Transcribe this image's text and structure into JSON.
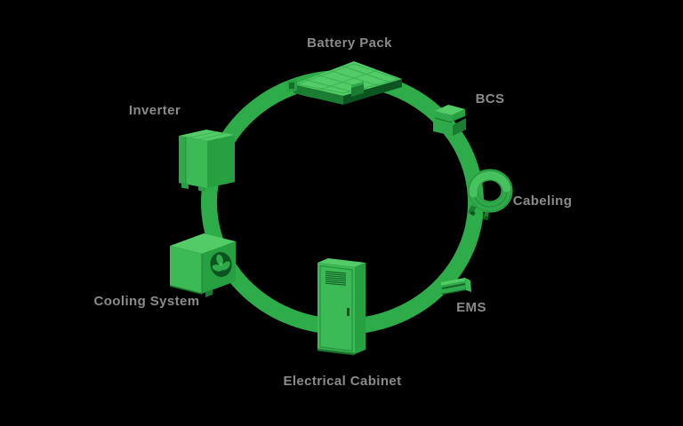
{
  "diagram": {
    "type": "cycle-diagram",
    "subject": "battery-energy-storage-system-components",
    "theme": {
      "background": "#000000",
      "ring_color": "#2dac49",
      "face_top": "#53cb67",
      "face_front": "#3cba55",
      "face_side": "#27a041",
      "face_dark": "#1a7d31",
      "face_darker": "#0c5420",
      "accent_mid": "#2fa94a",
      "highlight": "#49c561",
      "label_color": "#8a8a8a"
    },
    "nodes": [
      {
        "id": "battery-pack",
        "label": "Battery Pack",
        "position": "top"
      },
      {
        "id": "bcs",
        "label": "BCS",
        "position": "upper-right"
      },
      {
        "id": "cabeling",
        "label": "Cabeling",
        "position": "right"
      },
      {
        "id": "ems",
        "label": "EMS",
        "position": "lower-right"
      },
      {
        "id": "electrical-cabinet",
        "label": "Electrical Cabinet",
        "position": "bottom"
      },
      {
        "id": "cooling-system",
        "label": "Cooling System",
        "position": "lower-left"
      },
      {
        "id": "inverter",
        "label": "Inverter",
        "position": "upper-left"
      }
    ]
  }
}
